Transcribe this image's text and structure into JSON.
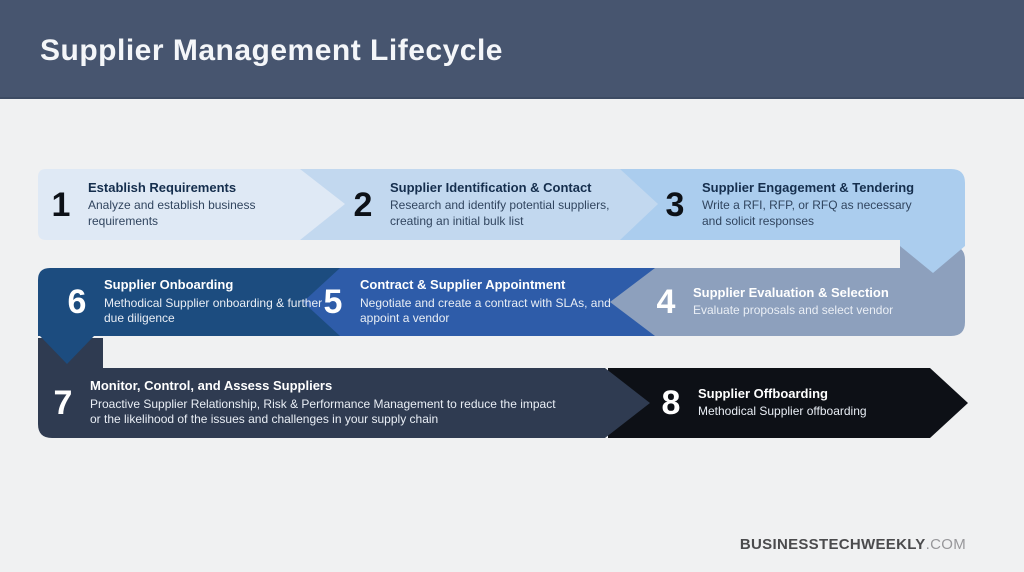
{
  "header": {
    "title": "Supplier Management Lifecycle"
  },
  "steps": [
    {
      "num": "1",
      "title": "Establish Requirements",
      "desc": "Analyze and establish business requirements"
    },
    {
      "num": "2",
      "title": "Supplier Identification & Contact",
      "desc": "Research and identify potential suppliers, creating an initial bulk list"
    },
    {
      "num": "3",
      "title": "Supplier Engagement & Tendering",
      "desc": "Write a RFI, RFP, or RFQ as necessary and solicit responses"
    },
    {
      "num": "4",
      "title": "Supplier Evaluation & Selection",
      "desc": "Evaluate proposals and select vendor"
    },
    {
      "num": "5",
      "title": "Contract & Supplier Appointment",
      "desc": "Negotiate and create a contract with SLAs, and appoint a vendor"
    },
    {
      "num": "6",
      "title": "Supplier Onboarding",
      "desc": "Methodical Supplier onboarding & further due diligence"
    },
    {
      "num": "7",
      "title": "Monitor, Control, and Assess Suppliers",
      "desc": "Proactive Supplier Relationship, Risk & Performance Management to reduce the impact or the likelihood of the issues and challenges in your supply chain"
    },
    {
      "num": "8",
      "title": "Supplier Offboarding",
      "desc": "Methodical Supplier offboarding"
    }
  ],
  "colors": {
    "header_bg": "#47556f",
    "page_bg": "#f0f1f2",
    "step1": "#dfe9f5",
    "step2": "#c2d8ef",
    "step3": "#abcdee",
    "step4": "#8da0bd",
    "step5": "#2e5ca9",
    "step6": "#1c4c7f",
    "step7": "#2f3b51",
    "step8": "#0d1016"
  },
  "footer": {
    "brand": "BUSINESSTECHWEEKLY",
    "tld": ".COM"
  }
}
